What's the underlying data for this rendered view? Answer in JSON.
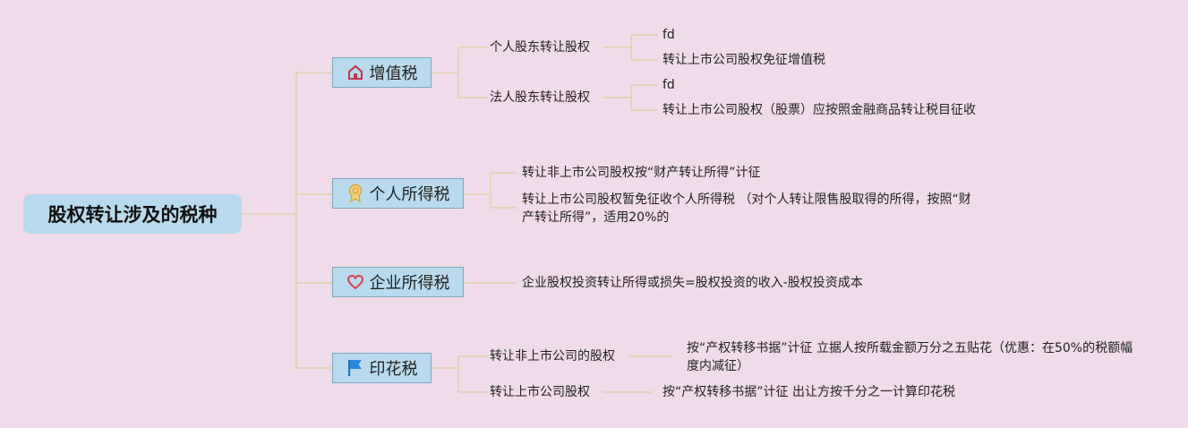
{
  "root": {
    "label": "股权转让涉及的税种"
  },
  "categories": [
    {
      "label": "增值税",
      "icon": "house-icon",
      "branches": [
        {
          "label": "个人股东转让股权",
          "items": [
            "fd",
            "转让上市公司股权免征增值税"
          ]
        },
        {
          "label": "法人股东转让股权",
          "items": [
            "fd",
            "转让上市公司股权（股票）应按照金融商品转让税目征收"
          ]
        }
      ]
    },
    {
      "label": "个人所得税",
      "icon": "medal-icon",
      "items": [
        "转让非上市公司股权按“财产转让所得”计征",
        "转让上市公司股权暂免征收个人所得税 （对个人转让限售股取得的所得，按照“财产转让所得”，适用20%的"
      ]
    },
    {
      "label": "企业所得税",
      "icon": "heart-icon",
      "items": [
        "企业股权投资转让所得或损失=股权投资的收入-股权投资成本"
      ]
    },
    {
      "label": "印花税",
      "icon": "flag-icon",
      "branches": [
        {
          "label": "转让非上市公司的股权",
          "items": [
            "按“产权转移书据”计征 立据人按所载金额万分之五贴花（优惠：在50%的税额幅度内减征）"
          ]
        },
        {
          "label": "转让上市公司股权",
          "items": [
            "按“产权转移书据”计征 出让方按千分之一计算印花税"
          ]
        }
      ]
    }
  ],
  "colors": {
    "background": "#efdbe9",
    "node": "#b8daec",
    "connector": "#e8d3b0"
  }
}
